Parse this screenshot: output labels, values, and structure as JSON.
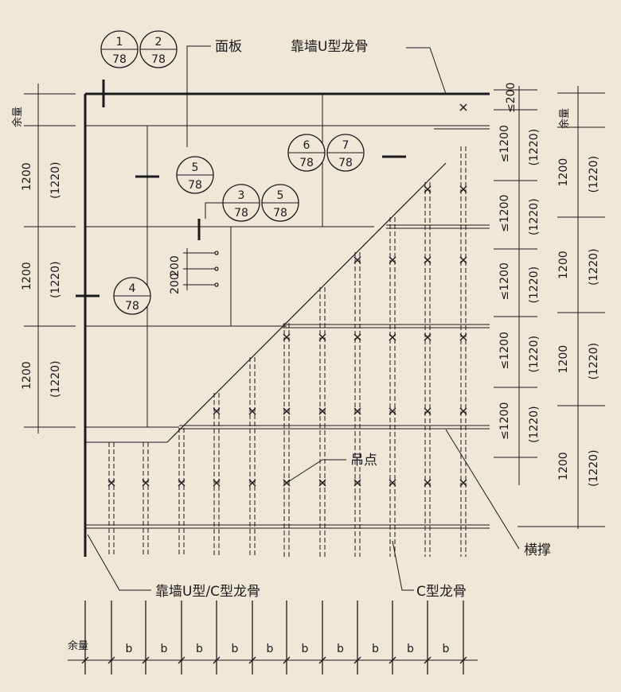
{
  "labels": {
    "panel": "面板",
    "wall_u_keel": "靠墙U型龙骨",
    "hanging_point": "吊点",
    "cross_brace": "横撑",
    "wall_uc_keel": "靠墙U型/C型龙骨",
    "c_keel": "C型龙骨"
  },
  "callouts": [
    {
      "num": "1",
      "den": "78"
    },
    {
      "num": "2",
      "den": "78"
    },
    {
      "num": "5",
      "den": "78"
    },
    {
      "num": "6",
      "den": "78"
    },
    {
      "num": "7",
      "den": "78"
    },
    {
      "num": "3",
      "den": "78"
    },
    {
      "num": "5",
      "den": "78"
    },
    {
      "num": "4",
      "den": "78"
    }
  ],
  "left_dims": {
    "margin": "余量",
    "spans": [
      {
        "a": "1200",
        "b": "(1220)"
      },
      {
        "a": "1200",
        "b": "(1220)"
      },
      {
        "a": "1200",
        "b": "(1220)"
      }
    ]
  },
  "right_inner_dims": {
    "top": "≤200",
    "spans": [
      "≤1200",
      "≤1200",
      "≤1200",
      "≤1200",
      "≤1200"
    ],
    "alt": "(1220)"
  },
  "right_outer_dims": {
    "margin": "余量",
    "spans": [
      {
        "a": "1200",
        "b": "(1220)"
      },
      {
        "a": "1200",
        "b": "(1220)"
      },
      {
        "a": "1200",
        "b": "(1220)"
      },
      {
        "a": "1200",
        "b": "(1220)"
      }
    ]
  },
  "small_dims": [
    "200",
    "200"
  ],
  "bottom_dims": {
    "margin": "余量",
    "spans": [
      "b",
      "b",
      "b",
      "b",
      "b",
      "b",
      "b",
      "b",
      "b",
      "b"
    ]
  }
}
